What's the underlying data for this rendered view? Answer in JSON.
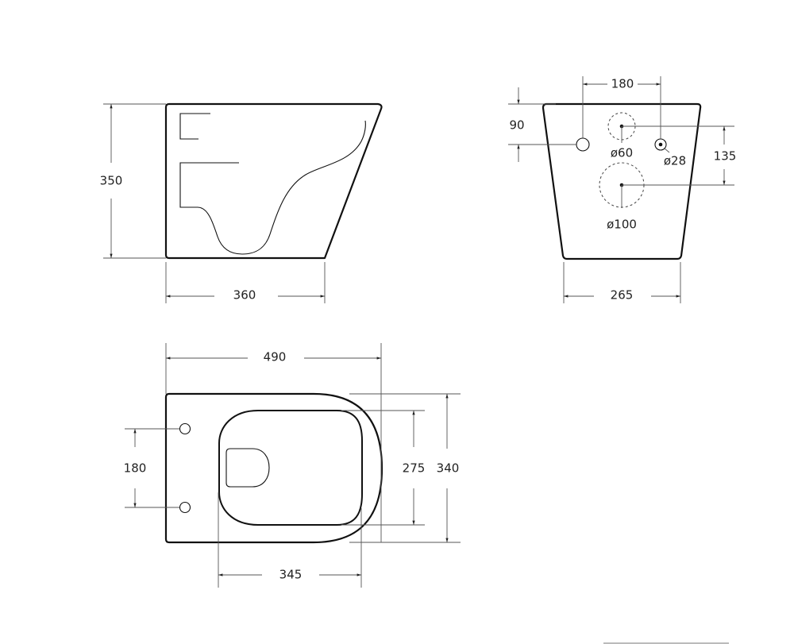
{
  "side_view": {
    "height": "350",
    "width": "360"
  },
  "front_view": {
    "hole_spacing": "180",
    "hole_offset": "90",
    "inlet_spacing": "135",
    "width": "265",
    "inlet_small": "ø60",
    "pin": "ø28",
    "outlet": "ø100"
  },
  "top_view": {
    "length": "490",
    "bolt_spacing": "180",
    "seat_width": "275",
    "overall_width": "340",
    "seat_length": "345"
  }
}
